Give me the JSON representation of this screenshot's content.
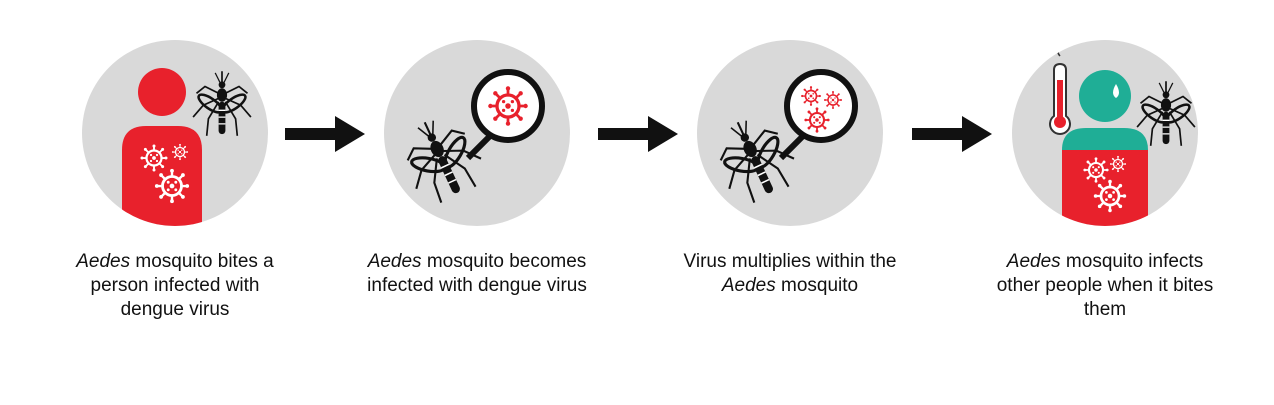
{
  "colors": {
    "circle_bg": "#d9d9d9",
    "infected_red": "#e8212c",
    "healthy_teal": "#1fae96",
    "mosquito_black": "#111111"
  },
  "steps": [
    {
      "caption": [
        {
          "text": "Aedes",
          "italic": true
        },
        {
          "text": " mosquito bites a person infected with dengue virus",
          "italic": false
        }
      ],
      "icons": [
        "person-icon",
        "mosquito-icon",
        "virus-icon"
      ]
    },
    {
      "caption": [
        {
          "text": "Aedes",
          "italic": true
        },
        {
          "text": " mosquito becomes infected with dengue virus",
          "italic": false
        }
      ],
      "icons": [
        "mosquito-icon",
        "magnifier-icon",
        "virus-icon"
      ]
    },
    {
      "caption": [
        {
          "text": "Virus multiplies within the ",
          "italic": false
        },
        {
          "text": "Aedes",
          "italic": true
        },
        {
          "text": " mosquito",
          "italic": false
        }
      ],
      "icons": [
        "mosquito-icon",
        "magnifier-icon",
        "virus-cluster-icon"
      ]
    },
    {
      "caption": [
        {
          "text": "Aedes",
          "italic": true
        },
        {
          "text": " mosquito infects other people when it bites them",
          "italic": false
        }
      ],
      "icons": [
        "person-icon",
        "thermometer-icon",
        "sweat-drop-icon",
        "mosquito-icon",
        "virus-icon"
      ]
    }
  ],
  "arrows": [
    "arrow-right-icon",
    "arrow-right-icon",
    "arrow-right-icon"
  ]
}
